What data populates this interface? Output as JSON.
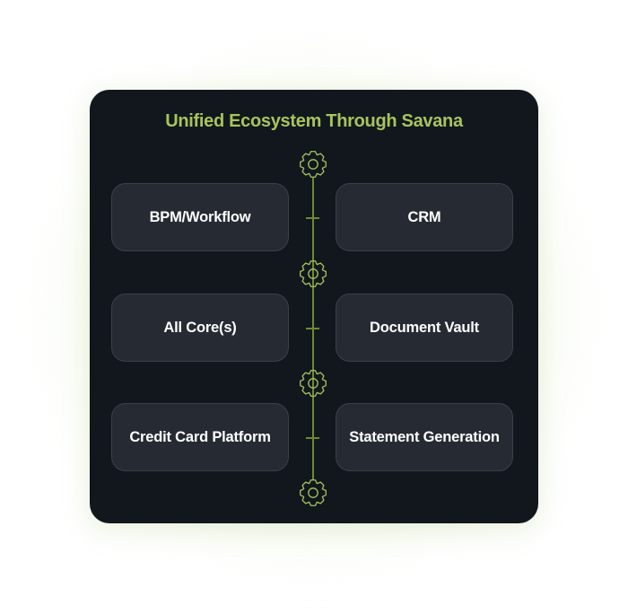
{
  "diagram": {
    "title": "Unified Ecosystem Through Savana",
    "accent_color": "#a9c45c",
    "connector_color": "#6f8a33",
    "card_background": "#11171d",
    "box_background": "#262b33",
    "node_icon": "gear-icon",
    "rows": [
      {
        "left": "BPM/Workflow",
        "right": "CRM"
      },
      {
        "left": "All Core(s)",
        "right": "Document Vault"
      },
      {
        "left": "Credit Card Platform",
        "right": "Statement Generation"
      }
    ]
  }
}
